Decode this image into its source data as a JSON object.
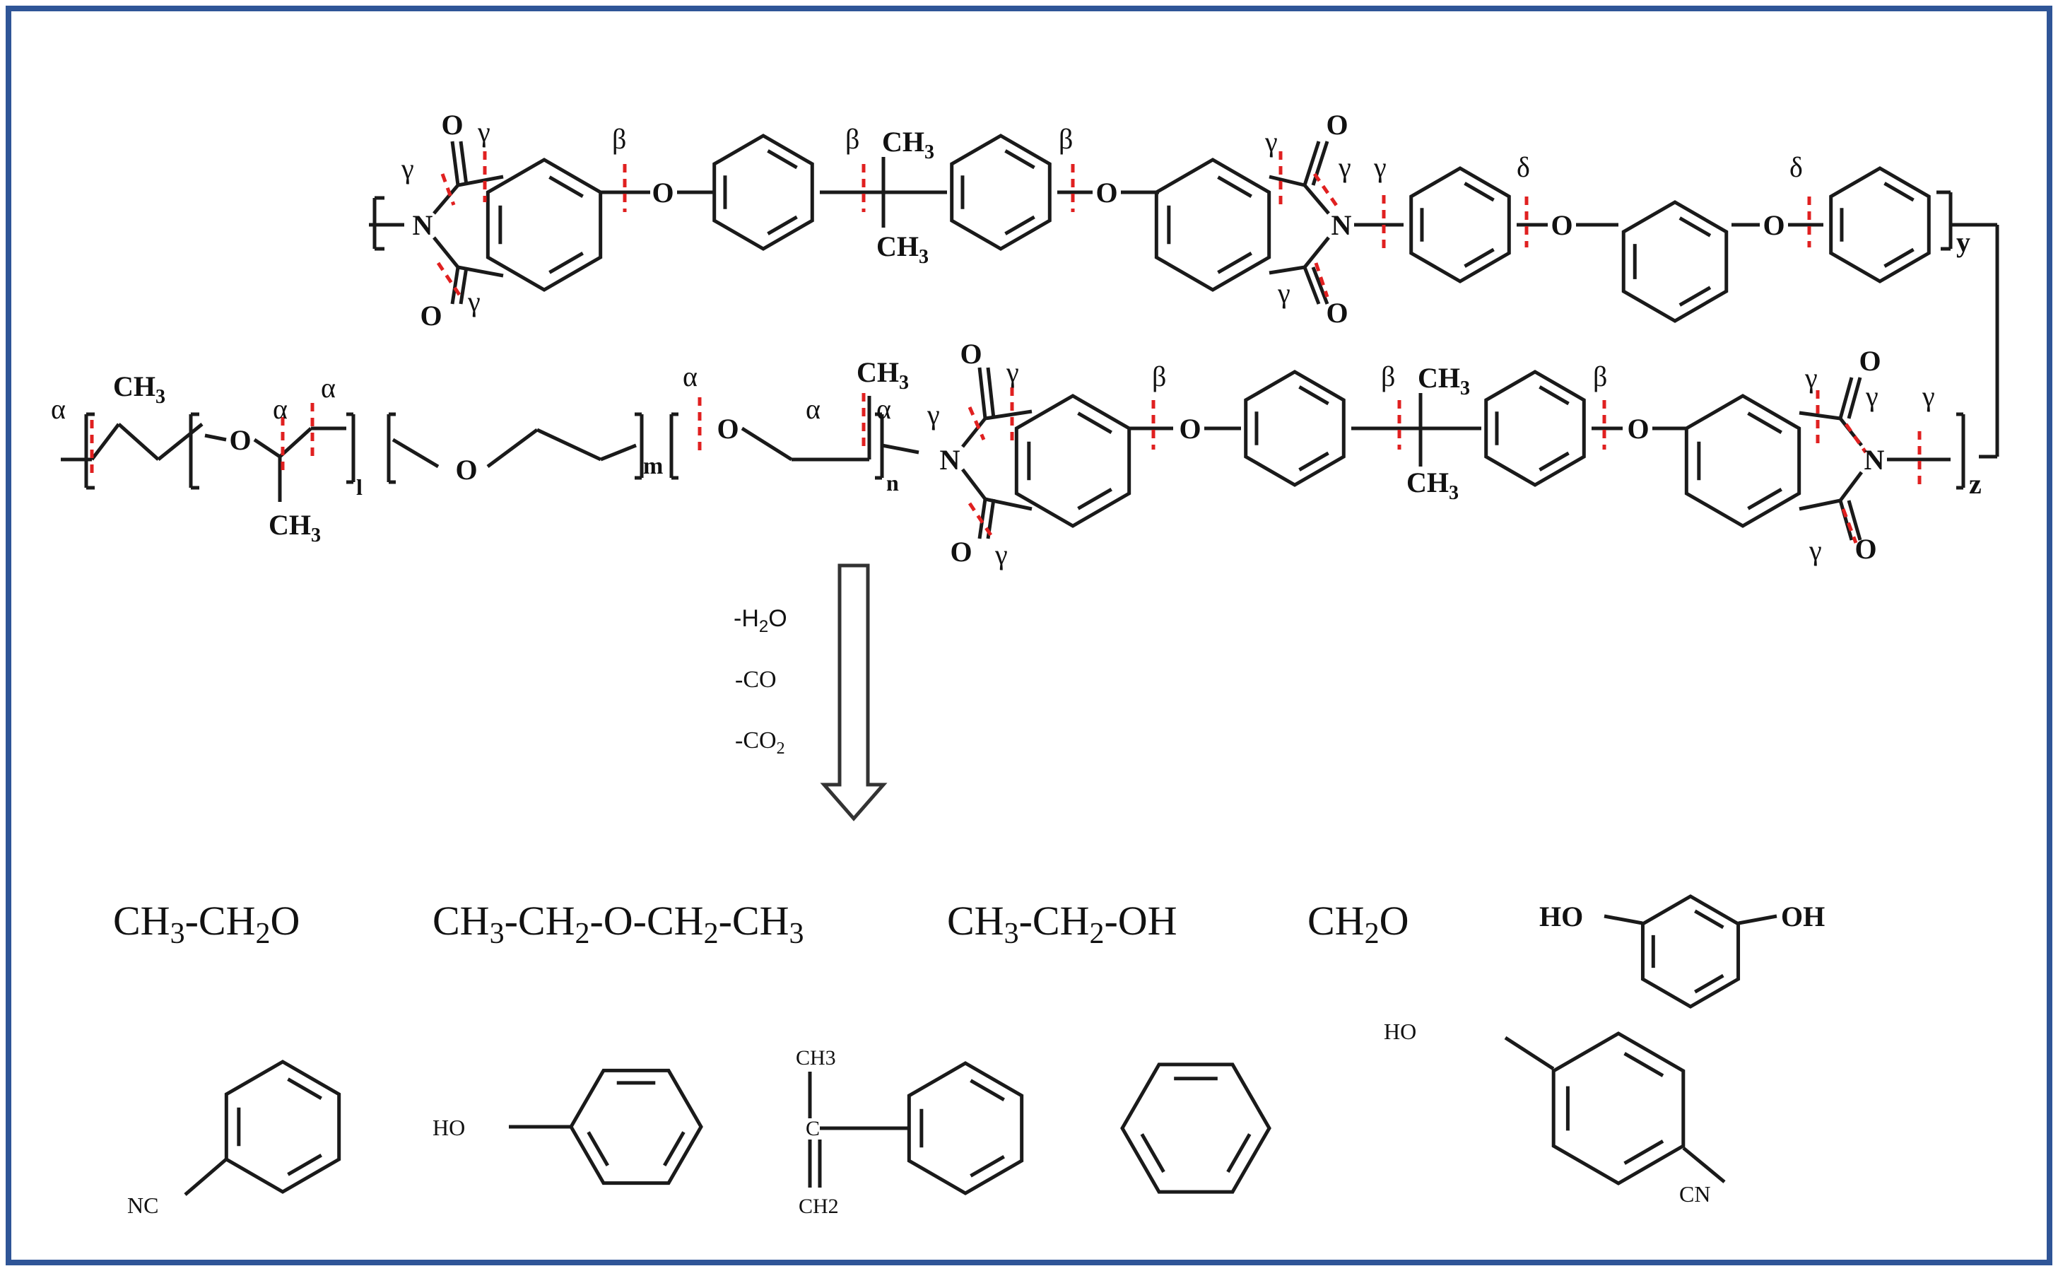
{
  "colors": {
    "border": "#2f5597",
    "bond": "#1a1a1a",
    "cleavage": "#e02020",
    "text": "#111111"
  },
  "polymer": {
    "top_row": {
      "carbonyl_o": "O",
      "imide_n": "N",
      "ether_o": "O",
      "methyl": "CH3",
      "repeat_index": "y",
      "cleavage_labels": [
        "γ",
        "γ",
        "γ",
        "β",
        "β",
        "β",
        "γ",
        "γ",
        "γ",
        "γ",
        "δ",
        "δ"
      ]
    },
    "bottom_row": {
      "methyl": "CH3",
      "ether_o": "O",
      "imide_n": "N",
      "carbonyl_o": "O",
      "index_l": "l",
      "index_m": "m",
      "index_n": "n",
      "index_z": "z",
      "cleavage_labels": [
        "α",
        "α",
        "α",
        "α",
        "α",
        "α",
        "γ",
        "γ",
        "γ",
        "β",
        "β",
        "β",
        "γ",
        "γ",
        "γ",
        "γ"
      ]
    }
  },
  "reaction": {
    "losses": [
      "-H2O",
      "-CO",
      "-CO2"
    ],
    "arrow_icon": "down-arrow-icon"
  },
  "products": {
    "row1": [
      "CH3-CH2O",
      "CH3-CH2-O-CH2-CH3",
      "CH3-CH2-OH",
      "CH2O"
    ],
    "resorcinol_substituent": "HO",
    "resorcinol_substituent_2": "OH",
    "benzonitrile_group": "NC",
    "phenol_group": "HO",
    "isopropenyl_methyl": "CH3",
    "isopropenyl_carbon": "C",
    "isopropenyl_methylene": "CH2",
    "cyanophenol_hydroxy": "HO",
    "cyanophenol_cyano": "CN"
  }
}
